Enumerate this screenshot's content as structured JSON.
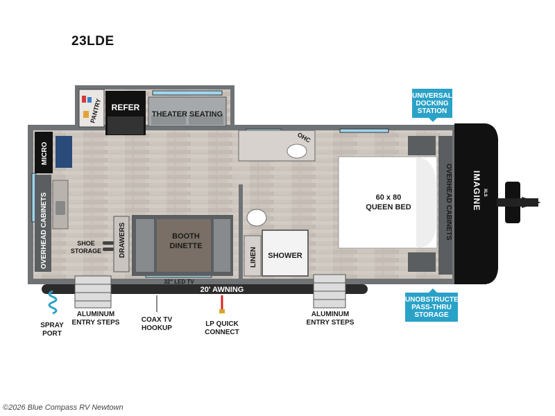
{
  "model": "23LDE",
  "rooms": {
    "pantry": "PANTRY",
    "refer": "REFER",
    "theater_seating": "THEATER SEATING",
    "ohc": "OHC",
    "micro": "MICRO",
    "overhead_cabinets_left": "OVERHEAD CABINETS",
    "overhead_cabinets_right": "OVERHEAD CABINETS",
    "shoe_storage": [
      "SHOE",
      "STORAGE"
    ],
    "drawers": "DRAWERS",
    "booth_dinette": [
      "BOOTH",
      "DINETTE"
    ],
    "led_tv": "32\" LED TV",
    "linen": "LINEN",
    "shower": "SHOWER",
    "queen_bed": [
      "60 x 80",
      "QUEEN BED"
    ],
    "awning": "20' AWNING",
    "brand": "IMAGINE",
    "brand_sub": "XLS"
  },
  "callouts": {
    "docking": [
      "UNIVERSAL",
      "DOCKING",
      "STATION"
    ],
    "storage": [
      "UNOBSTRUCTED",
      "PASS-THRU",
      "STORAGE"
    ]
  },
  "exterior": {
    "spray_port": [
      "SPRAY",
      "PORT"
    ],
    "steps_left": [
      "ALUMINUM",
      "ENTRY STEPS"
    ],
    "coax": [
      "COAX TV",
      "HOOKUP"
    ],
    "lp": [
      "LP QUICK",
      "CONNECT"
    ],
    "steps_right": [
      "ALUMINUM",
      "ENTRY STEPS"
    ]
  },
  "footer": "©2026 Blue Compass RV Newtown",
  "colors": {
    "wall": "#6f7375",
    "floor": "#c9c2bb",
    "callout": "#2aa2c8",
    "cap": "#111111",
    "window": "#9fd6ee"
  }
}
